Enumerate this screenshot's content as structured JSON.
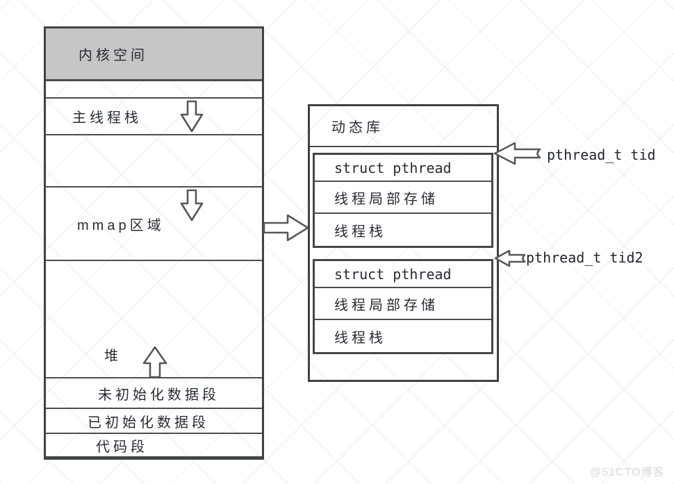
{
  "diagram": {
    "left_box": {
      "rows": [
        {
          "label": "内核空间"
        },
        {
          "label": ""
        },
        {
          "label": "主线程栈"
        },
        {
          "label": ""
        },
        {
          "label": "mmap区域"
        },
        {
          "label": "堆"
        },
        {
          "label": "未初始化数据段"
        },
        {
          "label": "已初始化数据段"
        },
        {
          "label": "代码段"
        }
      ]
    },
    "right_box": {
      "title": "动态库",
      "blocks": [
        {
          "rows": [
            {
              "label": "struct pthread"
            },
            {
              "label": "线程局部存储"
            },
            {
              "label": "线程栈"
            }
          ],
          "pointer": "pthread_t tid"
        },
        {
          "rows": [
            {
              "label": "struct pthread"
            },
            {
              "label": "线程局部存储"
            },
            {
              "label": "线程栈"
            }
          ],
          "pointer": "pthread_t tid2"
        }
      ]
    },
    "watermark": "@51CTO博客"
  },
  "colors": {
    "kernel_fill": "#c5c6c5",
    "box_border": "#3f4245",
    "text": "#272b33",
    "watermark": "#d9d9d9"
  }
}
